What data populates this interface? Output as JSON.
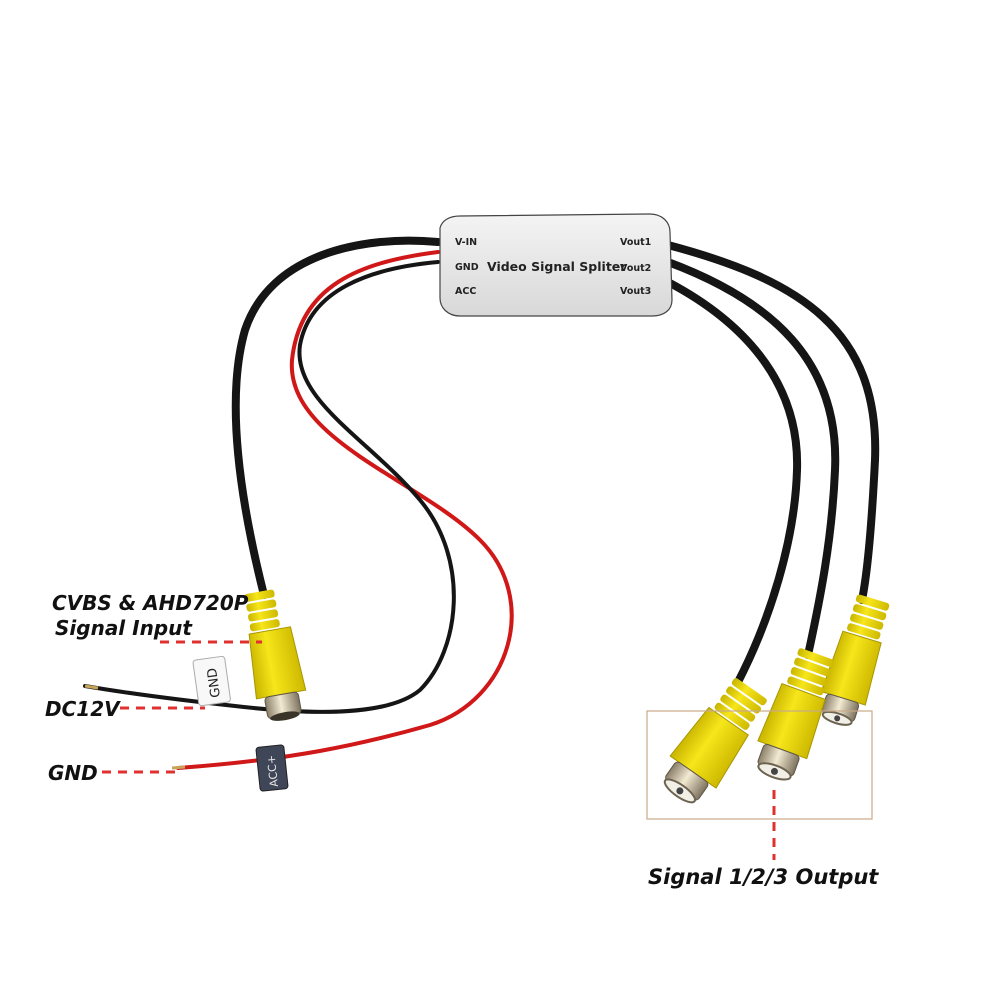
{
  "splitter_box": {
    "title": "Video Signal Spliter",
    "inputs": [
      "V-IN",
      "GND",
      "ACC"
    ],
    "outputs": [
      "Vout1",
      "Vout2",
      "Vout3"
    ]
  },
  "tags": {
    "gnd_tag": "GND",
    "acc_tag": "ACC+"
  },
  "callouts": {
    "signal_input_line1": "CVBS & AHD720P",
    "signal_input_line2": "Signal Input",
    "dc12v": "DC12V",
    "gnd": "GND",
    "signal_output": "Signal 1/2/3 Output"
  },
  "colors": {
    "cable_black": "#151515",
    "cable_red": "#d01818",
    "rca_yellow": "#f2df10",
    "callout_red": "#e03030",
    "box_gray": "#e8e8e8"
  }
}
